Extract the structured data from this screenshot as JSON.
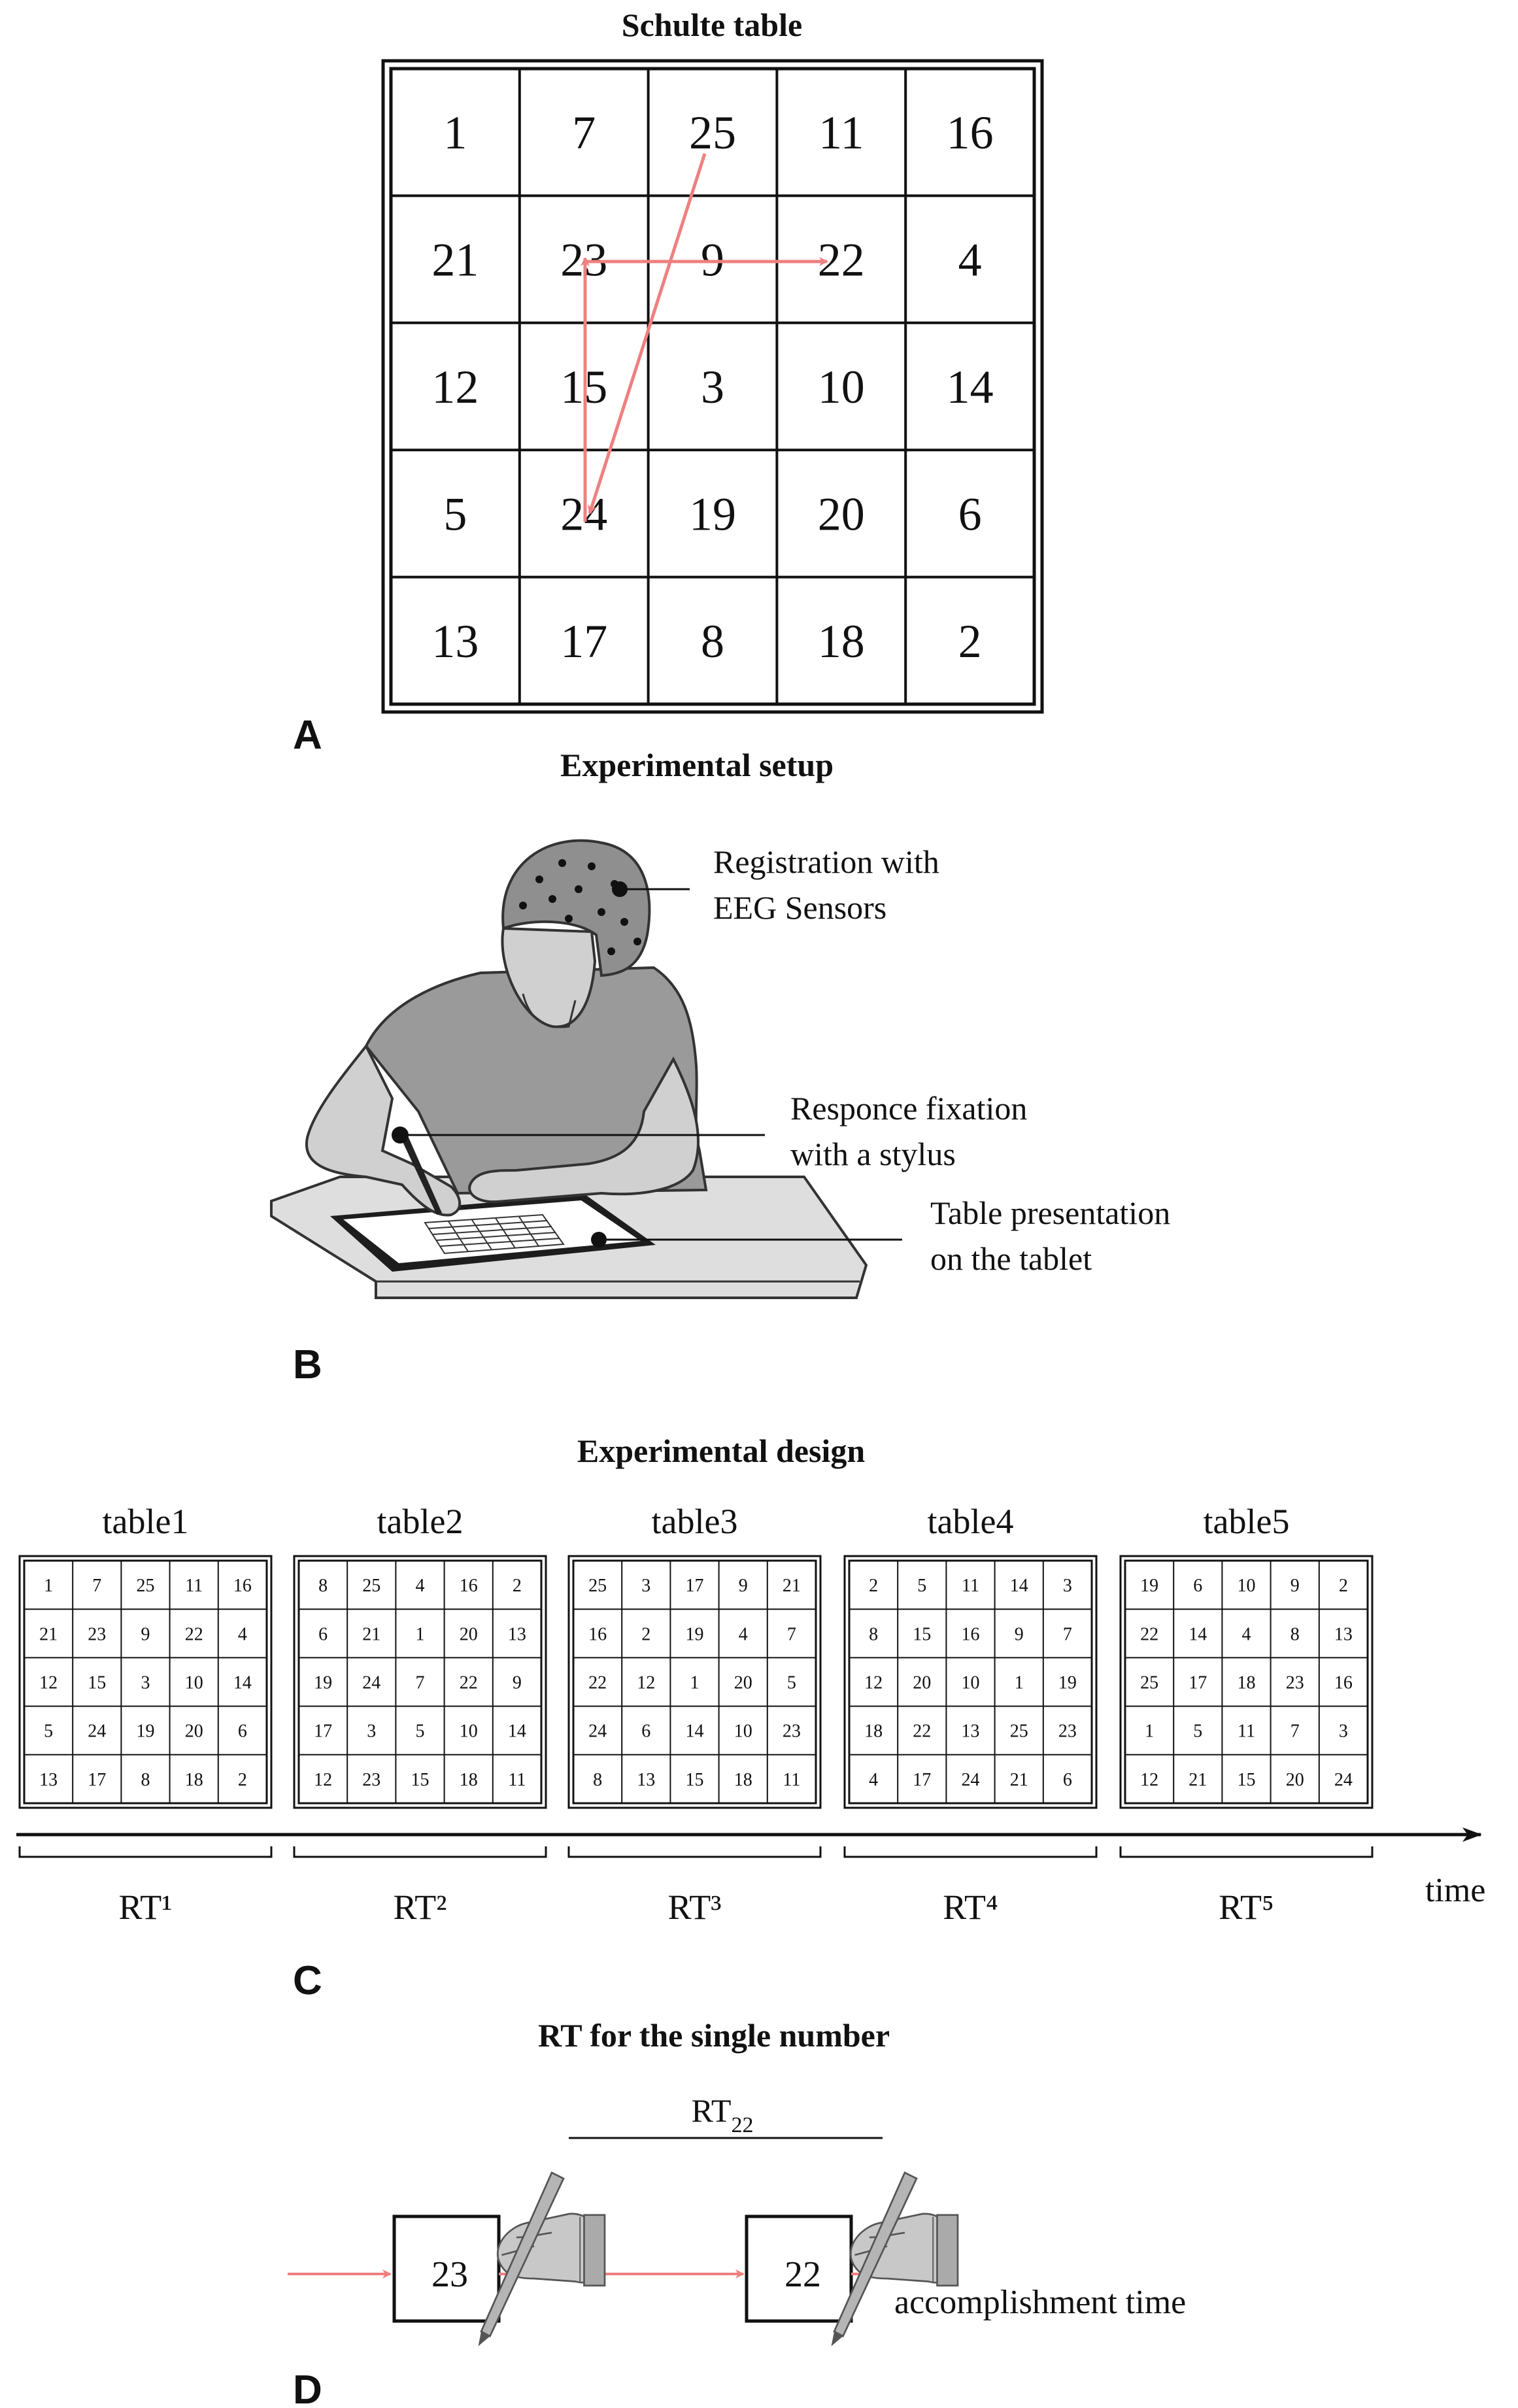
{
  "colors": {
    "ink": "#111111",
    "arrow": "#ee8080",
    "person_gray": "#9a9a9a",
    "person_light": "#d0d0d0",
    "desk": "#dedede"
  },
  "panel_a": {
    "label": "A",
    "title": "Schulte table",
    "grid": [
      [
        "1",
        "7",
        "25",
        "11",
        "16"
      ],
      [
        "21",
        "23",
        "9",
        "22",
        "4"
      ],
      [
        "12",
        "15",
        "3",
        "10",
        "14"
      ],
      [
        "5",
        "24",
        "19",
        "20",
        "6"
      ],
      [
        "13",
        "17",
        "8",
        "18",
        "2"
      ]
    ],
    "path": [
      "22",
      "23",
      "24",
      "25"
    ],
    "path_note": "arrows show search path between consecutive numbers"
  },
  "panel_b": {
    "label": "B",
    "title": "Experimental setup",
    "callouts": [
      {
        "line1": "Registration with",
        "line2": "EEG Sensors"
      },
      {
        "line1": "Responce fixation",
        "line2": "with a stylus"
      },
      {
        "line1": "Table presentation",
        "line2": "on the tablet"
      }
    ],
    "icons": [
      "person-icon",
      "eeg-cap-icon",
      "stylus-icon",
      "tablet-icon"
    ]
  },
  "panel_c": {
    "label": "C",
    "title": "Experimental design",
    "tables": [
      {
        "name": "table1",
        "rt": "RT¹",
        "grid": [
          [
            "1",
            "7",
            "25",
            "11",
            "16"
          ],
          [
            "21",
            "23",
            "9",
            "22",
            "4"
          ],
          [
            "12",
            "15",
            "3",
            "10",
            "14"
          ],
          [
            "5",
            "24",
            "19",
            "20",
            "6"
          ],
          [
            "13",
            "17",
            "8",
            "18",
            "2"
          ]
        ]
      },
      {
        "name": "table2",
        "rt": "RT²",
        "grid": [
          [
            "8",
            "25",
            "4",
            "16",
            "2"
          ],
          [
            "6",
            "21",
            "1",
            "20",
            "13"
          ],
          [
            "19",
            "24",
            "7",
            "22",
            "9"
          ],
          [
            "17",
            "3",
            "5",
            "10",
            "14"
          ],
          [
            "12",
            "23",
            "15",
            "18",
            "11"
          ]
        ]
      },
      {
        "name": "table3",
        "rt": "RT³",
        "grid": [
          [
            "25",
            "3",
            "17",
            "9",
            "21"
          ],
          [
            "16",
            "2",
            "19",
            "4",
            "7"
          ],
          [
            "22",
            "12",
            "1",
            "20",
            "5"
          ],
          [
            "24",
            "6",
            "14",
            "10",
            "23"
          ],
          [
            "8",
            "13",
            "15",
            "18",
            "11"
          ]
        ]
      },
      {
        "name": "table4",
        "rt": "RT⁴",
        "grid": [
          [
            "2",
            "5",
            "11",
            "14",
            "3"
          ],
          [
            "8",
            "15",
            "16",
            "9",
            "7"
          ],
          [
            "12",
            "20",
            "10",
            "1",
            "19"
          ],
          [
            "18",
            "22",
            "13",
            "25",
            "23"
          ],
          [
            "4",
            "17",
            "24",
            "21",
            "6"
          ]
        ]
      },
      {
        "name": "table5",
        "rt": "RT⁵",
        "grid": [
          [
            "19",
            "6",
            "10",
            "9",
            "2"
          ],
          [
            "22",
            "14",
            "4",
            "8",
            "13"
          ],
          [
            "25",
            "17",
            "18",
            "23",
            "16"
          ],
          [
            "1",
            "5",
            "11",
            "7",
            "3"
          ],
          [
            "12",
            "21",
            "15",
            "20",
            "24"
          ]
        ]
      }
    ],
    "axis_label": "time"
  },
  "panel_d": {
    "label": "D",
    "title": "RT for the single number",
    "rt_label": "RT",
    "rt_sub": "22",
    "box1": "23",
    "box2": "22",
    "caption": "accomplishment time",
    "icons": [
      "hand-with-pen-icon"
    ]
  }
}
